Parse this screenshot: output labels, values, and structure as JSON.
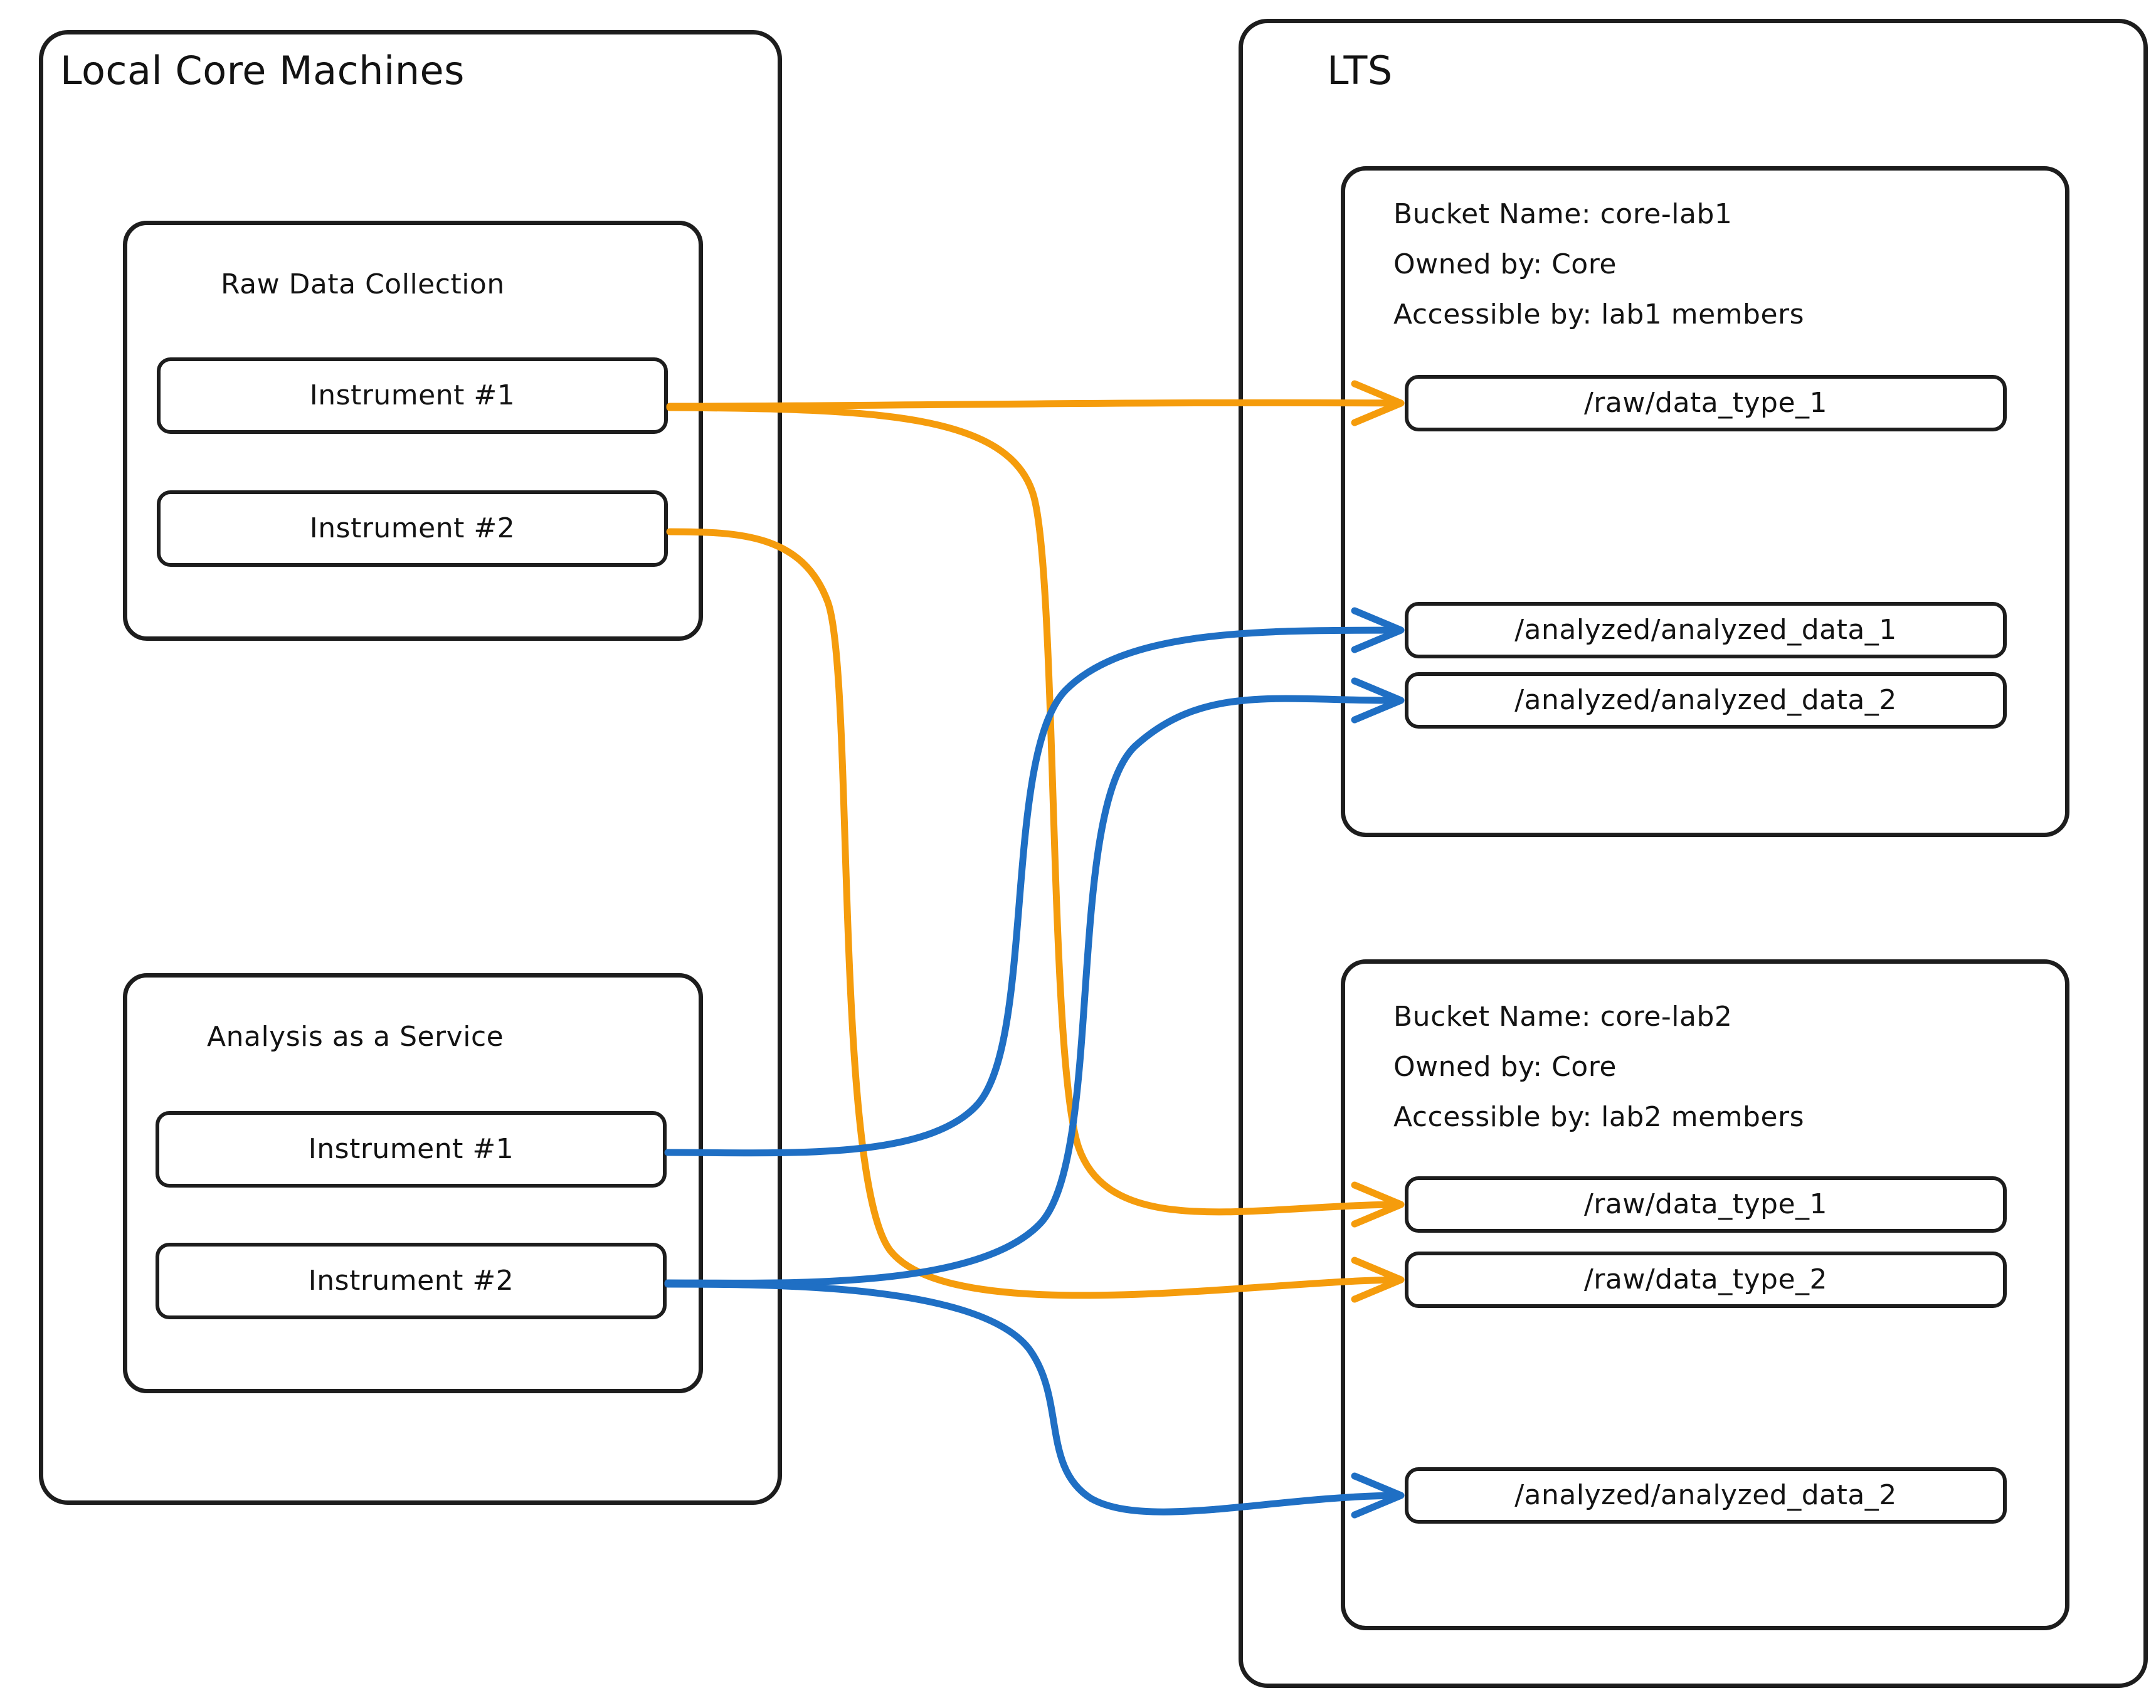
{
  "diagram": {
    "title_hidden": "",
    "colors": {
      "stroke": "#1d1d1d",
      "background": "#ffffff",
      "raw_edge": "#f59c0c",
      "analyzed_edge": "#1f6fc4"
    }
  },
  "left_panel": {
    "title": "Local Core Machines",
    "groups": [
      {
        "title": "Raw Data Collection",
        "nodes": [
          {
            "label": "Instrument #1"
          },
          {
            "label": "Instrument #2"
          }
        ]
      },
      {
        "title": "Analysis as a Service",
        "nodes": [
          {
            "label": "Instrument #1"
          },
          {
            "label": "Instrument #2"
          }
        ]
      }
    ]
  },
  "right_panel": {
    "title": "LTS",
    "buckets": [
      {
        "bucket_name_line": "Bucket Name: core-lab1",
        "owned_by_line": "Owned by: Core",
        "accessible_by_line": "Accessible by: lab1 members",
        "paths": [
          {
            "label": "/raw/data_type_1"
          },
          {
            "label": "/analyzed/analyzed_data_1"
          },
          {
            "label": "/analyzed/analyzed_data_2"
          }
        ]
      },
      {
        "bucket_name_line": "Bucket Name: core-lab2",
        "owned_by_line": "Owned by: Core",
        "accessible_by_line": "Accessible by: lab2 members",
        "paths": [
          {
            "label": "/raw/data_type_1"
          },
          {
            "label": "/raw/data_type_2"
          },
          {
            "label": "/analyzed/analyzed_data_2"
          }
        ]
      }
    ]
  },
  "edges": [
    {
      "from": "raw-collection-instrument-1",
      "to": "lab1-raw-data-type-1",
      "color": "#f59c0c"
    },
    {
      "from": "raw-collection-instrument-1",
      "to": "lab2-raw-data-type-1",
      "color": "#f59c0c"
    },
    {
      "from": "raw-collection-instrument-2",
      "to": "lab2-raw-data-type-2",
      "color": "#f59c0c"
    },
    {
      "from": "analysis-service-instrument-1",
      "to": "lab1-analyzed-data-1",
      "color": "#1f6fc4"
    },
    {
      "from": "analysis-service-instrument-2",
      "to": "lab1-analyzed-data-2",
      "color": "#1f6fc4"
    },
    {
      "from": "analysis-service-instrument-2",
      "to": "lab2-analyzed-data-2",
      "color": "#1f6fc4"
    }
  ]
}
